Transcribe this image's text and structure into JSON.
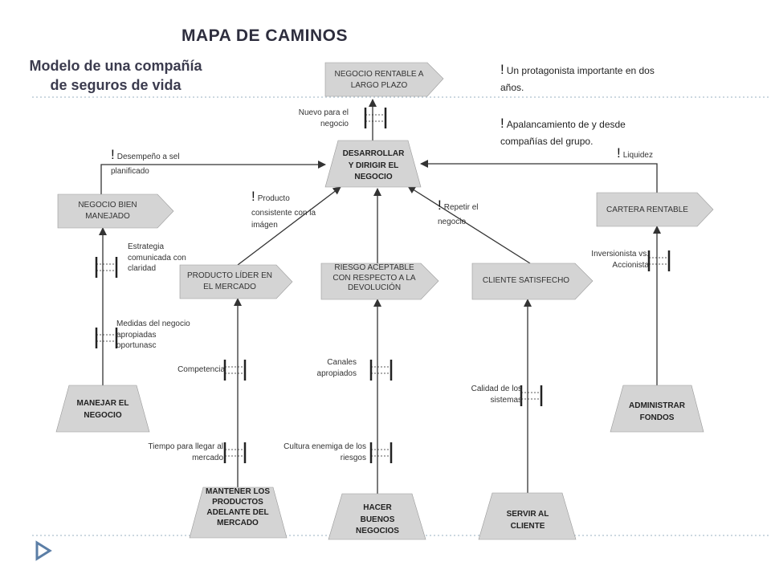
{
  "title": "MAPA DE CAMINOS",
  "subtitle": "Modelo de una compañía de seguros de vida",
  "notes": {
    "protagonista": "Un protagonista importante en dos años.",
    "apalancamiento": "Apalancamiento de y desde compañías del grupo.",
    "liquidez": "Liquidez",
    "desempeno": "Desempeño a sel planificado",
    "producto": "Producto consistente con la imágen",
    "repetir": "Repetir el negocio",
    "bang": "!"
  },
  "nodes": {
    "negocio_rentable": "NEGOCIO RENTABLE A LARGO PLAZO",
    "desarrollar": "DESARROLLAR Y DIRIGIR EL NEGOCIO",
    "negocio_bien": "NEGOCIO BIEN MANEJADO",
    "cartera": "CARTERA RENTABLE",
    "producto_lider": "PRODUCTO LÍDER EN EL MERCADO",
    "riesgo": "RIESGO ACEPTABLE CON RESPECTO A LA DEVOLUCIÓN",
    "cliente": "CLIENTE SATISFECHO",
    "manejar": "MANEJAR EL NEGOCIO",
    "administrar": "ADMINISTRAR FONDOS",
    "mantener": "MANTENER LOS PRODUCTOS ADELANTE DEL MERCADO",
    "hacer": "HACER BUENOS NEGOCIOS",
    "servir": "SERVIR AL CLIENTE"
  },
  "labels": {
    "nuevo": "Nuevo para el negocio",
    "estrategia": "Estrategia comunicada con claridad",
    "medidas": "Medidas del negocio apropiadas oportunasc",
    "competencia": "Competencia",
    "tiempo": "Tiempo para llegar al mercado",
    "canales": "Canales apropiados",
    "cultura": "Cultura enemiga de los riesgos",
    "calidad": "Calidad de los sistemas",
    "inversionista": "Inversionista vs. Accionista"
  },
  "colors": {
    "shape_fill": "#d4d4d4",
    "line": "#333333",
    "dotted": "#9ab0c0",
    "bullet": "#5b7ea6"
  }
}
